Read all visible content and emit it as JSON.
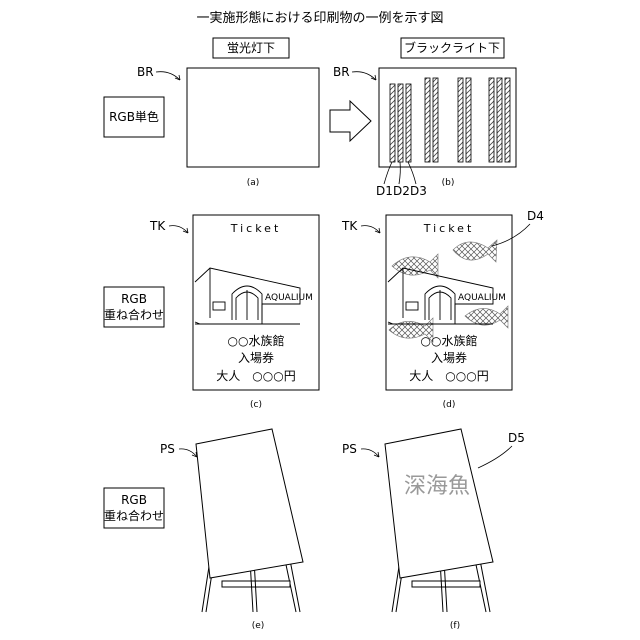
{
  "title": "一実施形態における印刷物の一例を示す図",
  "header_fluorescent": "蛍光灯下",
  "header_blacklight": "ブラックライト下",
  "label_br": "BR",
  "label_tk": "TK",
  "label_ps": "PS",
  "mode_single": "RGB単色",
  "mode_overlay_line1": "RGB",
  "mode_overlay_line2": "重ね合わせ",
  "label_d1": "D1",
  "label_d2": "D2",
  "label_d3": "D3",
  "label_d4": "D4",
  "label_d5": "D5",
  "caption_a": "(a)",
  "caption_b": "(b)",
  "caption_c": "(c)",
  "caption_d": "(d)",
  "caption_e": "(e)",
  "caption_f": "(f)",
  "ticket": {
    "heading": "Ticket",
    "building_sign": "AQUALIUM",
    "venue": "○○水族館",
    "admission": "入場券",
    "price": "大人　○○○円"
  },
  "hidden_text": "深海魚"
}
